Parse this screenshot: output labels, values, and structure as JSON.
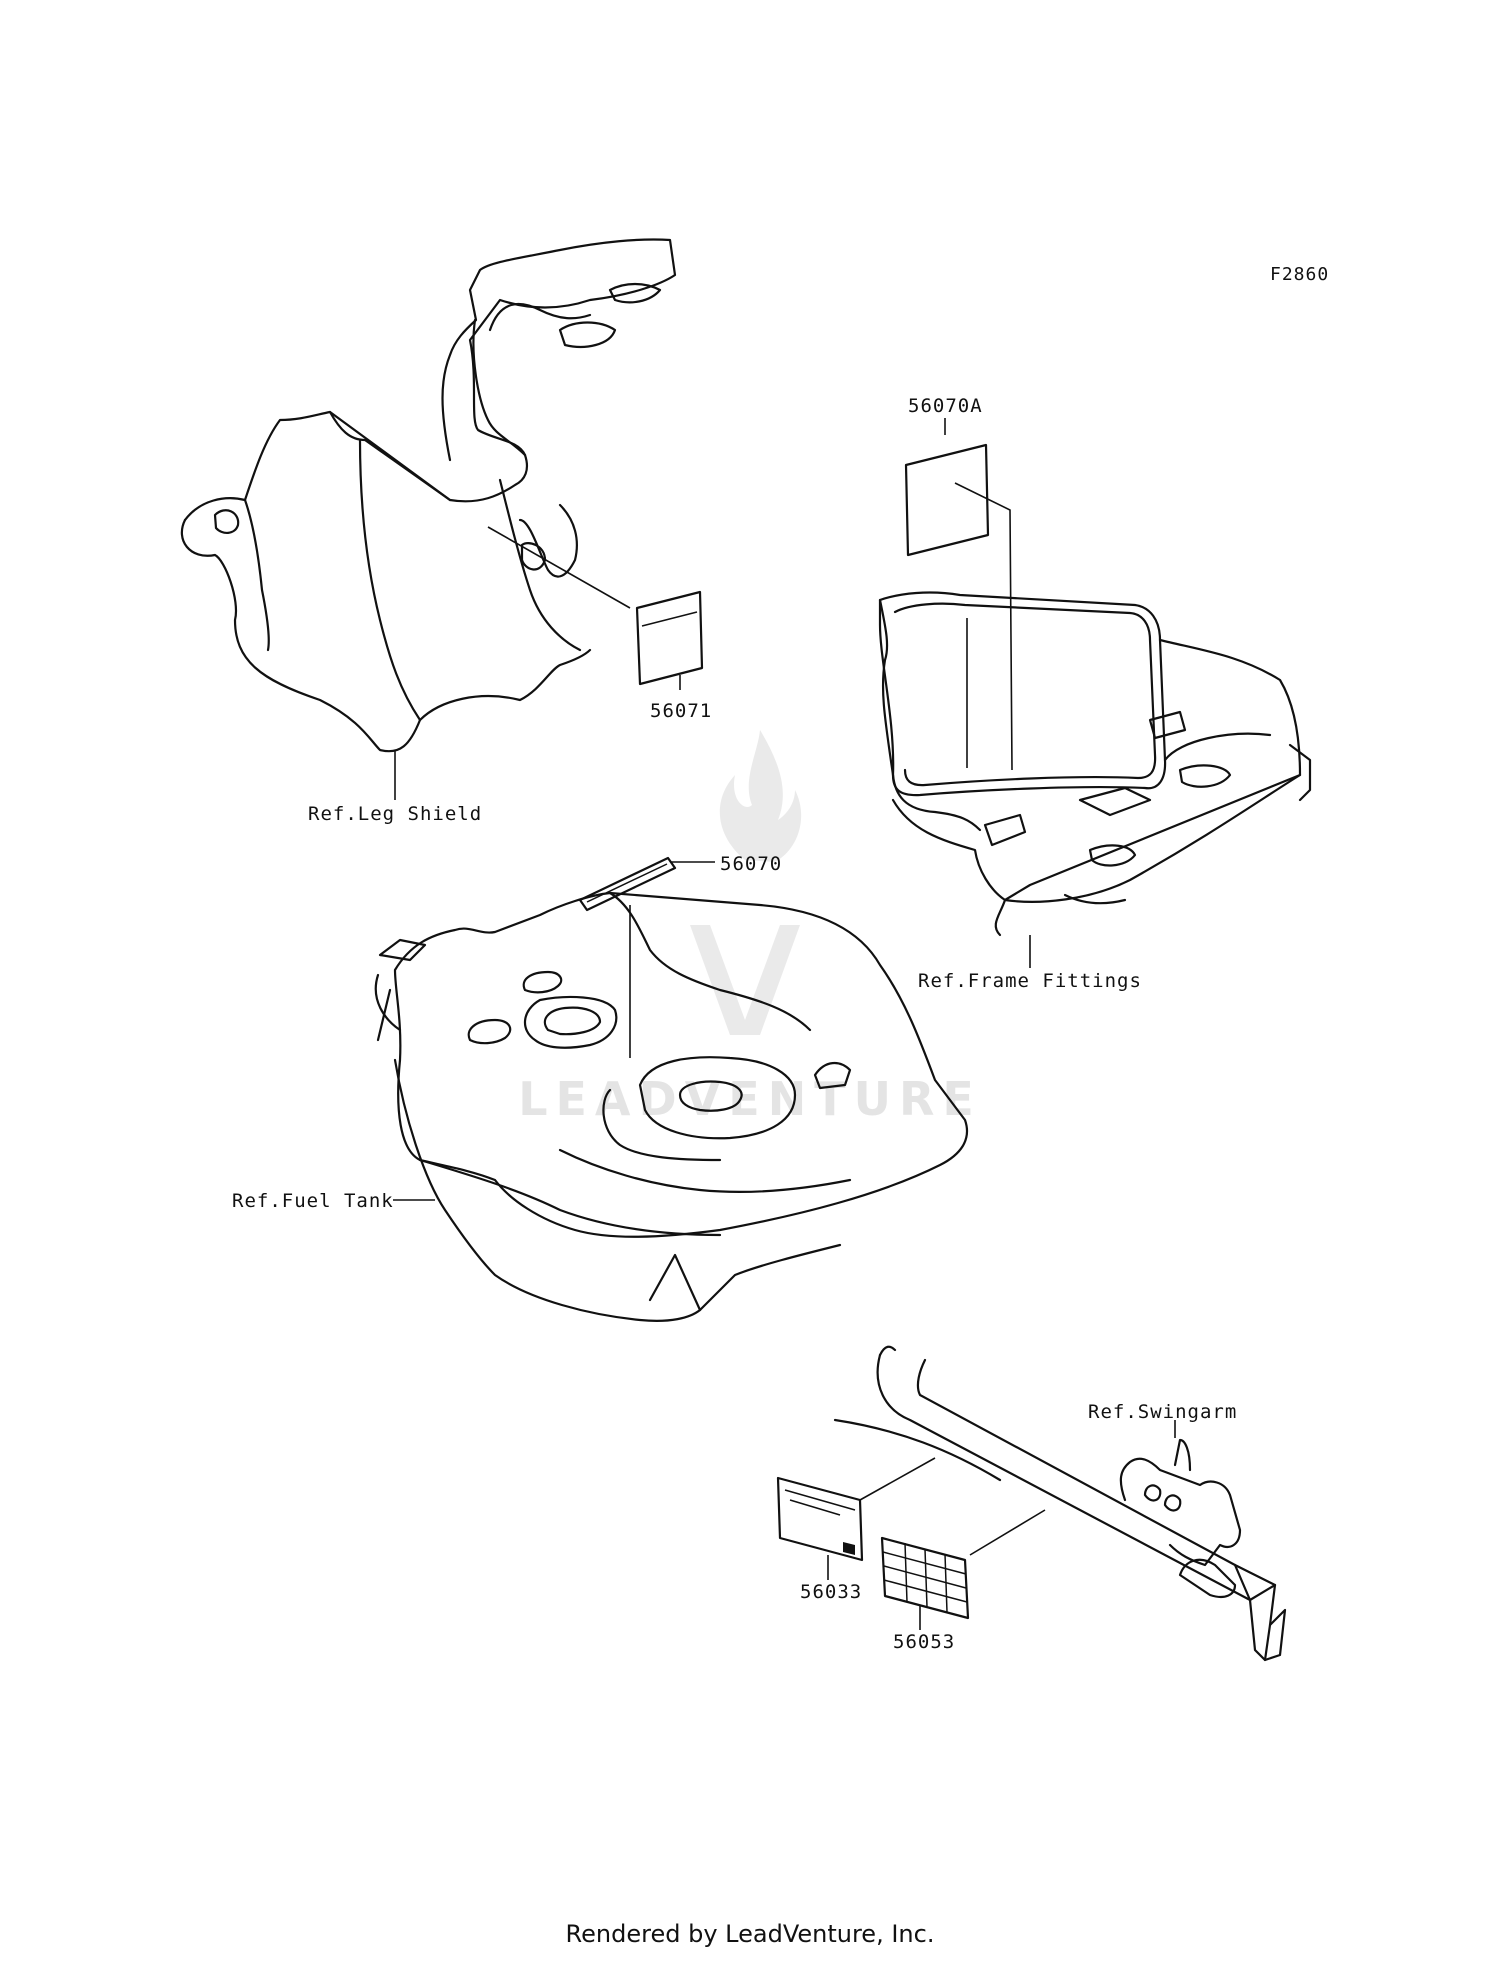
{
  "figure_code": "F2860",
  "labels": {
    "leg_shield": "Ref.Leg Shield",
    "frame_fittings": "Ref.Frame Fittings",
    "fuel_tank": "Ref.Fuel Tank",
    "swingarm": "Ref.Swingarm"
  },
  "part_numbers": {
    "p56070A": "56070A",
    "p56071": "56071",
    "p56070": "56070",
    "p56033": "56033",
    "p56053": "56053"
  },
  "watermark": "LEADVENTURE",
  "footer": "Rendered by LeadVenture, Inc."
}
